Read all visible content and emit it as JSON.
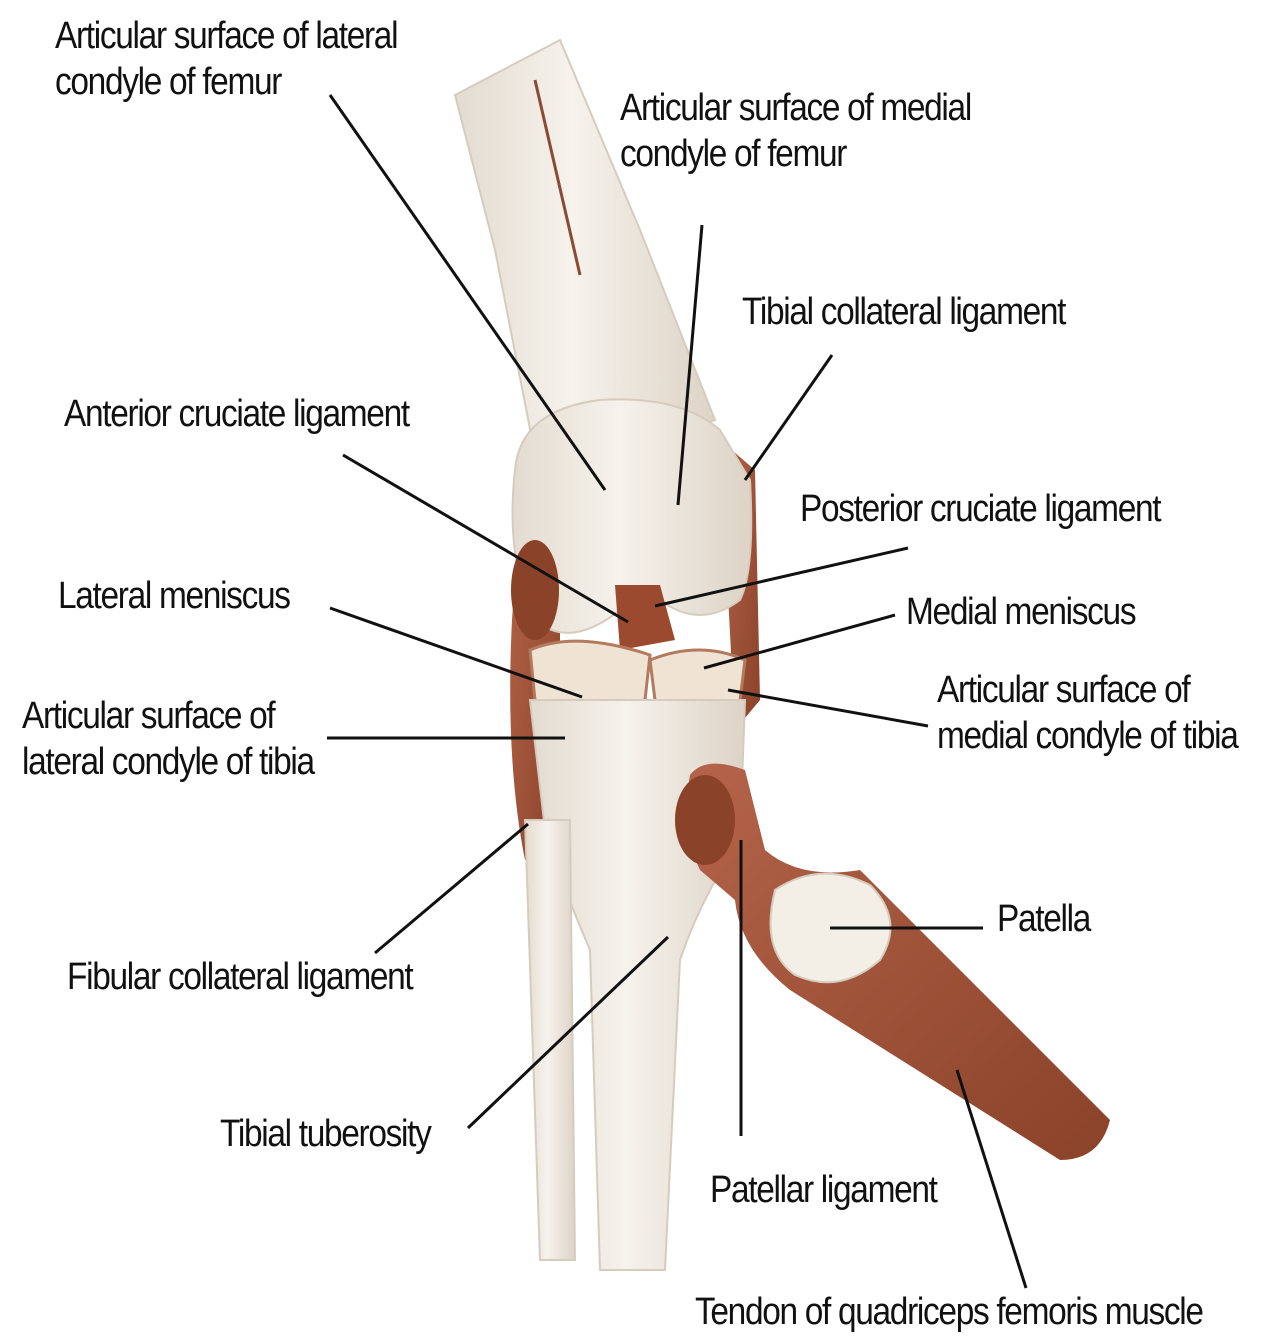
{
  "labels": {
    "lateral_femur_line1": "Articular surface of lateral",
    "lateral_femur_line2": "condyle of femur",
    "medial_femur_line1": "Articular surface of medial",
    "medial_femur_line2": "condyle of femur",
    "tibial_collateral": "Tibial collateral ligament",
    "anterior_cruciate": "Anterior cruciate ligament",
    "posterior_cruciate": "Posterior cruciate ligament",
    "lateral_meniscus": "Lateral meniscus",
    "medial_meniscus": "Medial meniscus",
    "lateral_tibia_line1": "Articular surface of",
    "lateral_tibia_line2": "lateral condyle of tibia",
    "medial_tibia_line1": "Articular surface of",
    "medial_tibia_line2": "medial condyle of tibia",
    "patella": "Patella",
    "fibular_collateral": "Fibular collateral ligament",
    "tibial_tuberosity": "Tibial tuberosity",
    "patellar_ligament": "Patellar ligament",
    "quadriceps_tendon": "Tendon of quadriceps femoris muscle"
  },
  "colors": {
    "bone": "#f1ece4",
    "bone_shade": "#ddd3c6",
    "ligament": "#a4553a",
    "ligament_dark": "#7e3b25",
    "leader_line": "#111111",
    "text": "#111111"
  }
}
